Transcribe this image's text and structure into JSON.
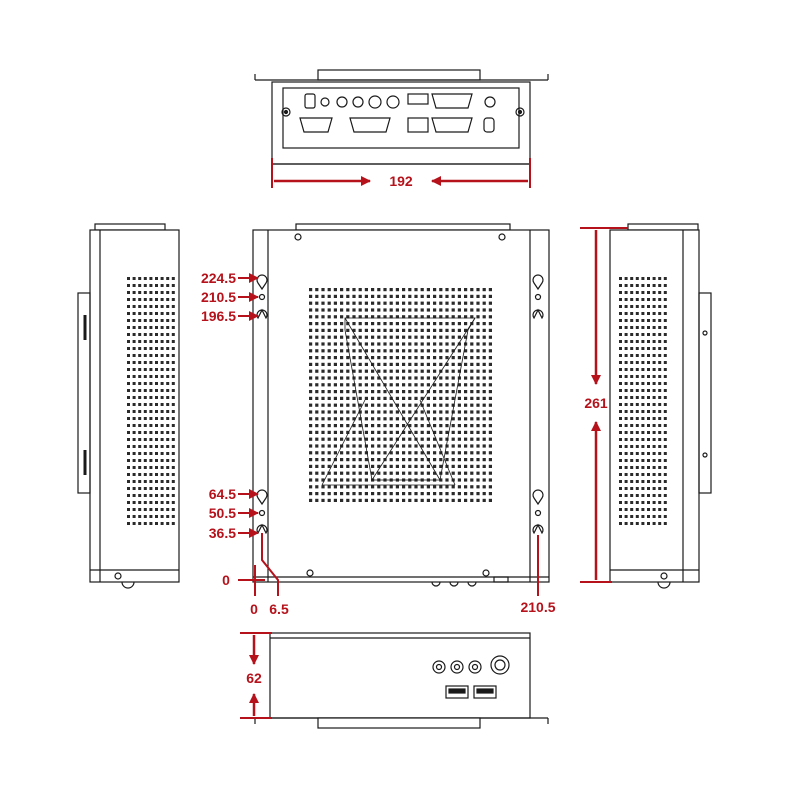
{
  "colors": {
    "outline": "#1a1a1a",
    "dimension": "#b5121b",
    "background": "#ffffff"
  },
  "dimensions": {
    "top_width": "192",
    "front_height": "261",
    "bottom_depth": "62",
    "left_holes": [
      "224.5",
      "210.5",
      "196.5",
      "64.5",
      "50.5",
      "36.5"
    ],
    "origin_y": "0",
    "origin_x": "0",
    "offset_x": "6.5",
    "right_holes_x": "210.5"
  },
  "icons": [
    "keyhole-slot-icon",
    "mounting-hole-icon",
    "audio-jack-icon",
    "usb-port-icon",
    "power-button-icon",
    "serial-port-icon",
    "vent-pattern-icon"
  ]
}
